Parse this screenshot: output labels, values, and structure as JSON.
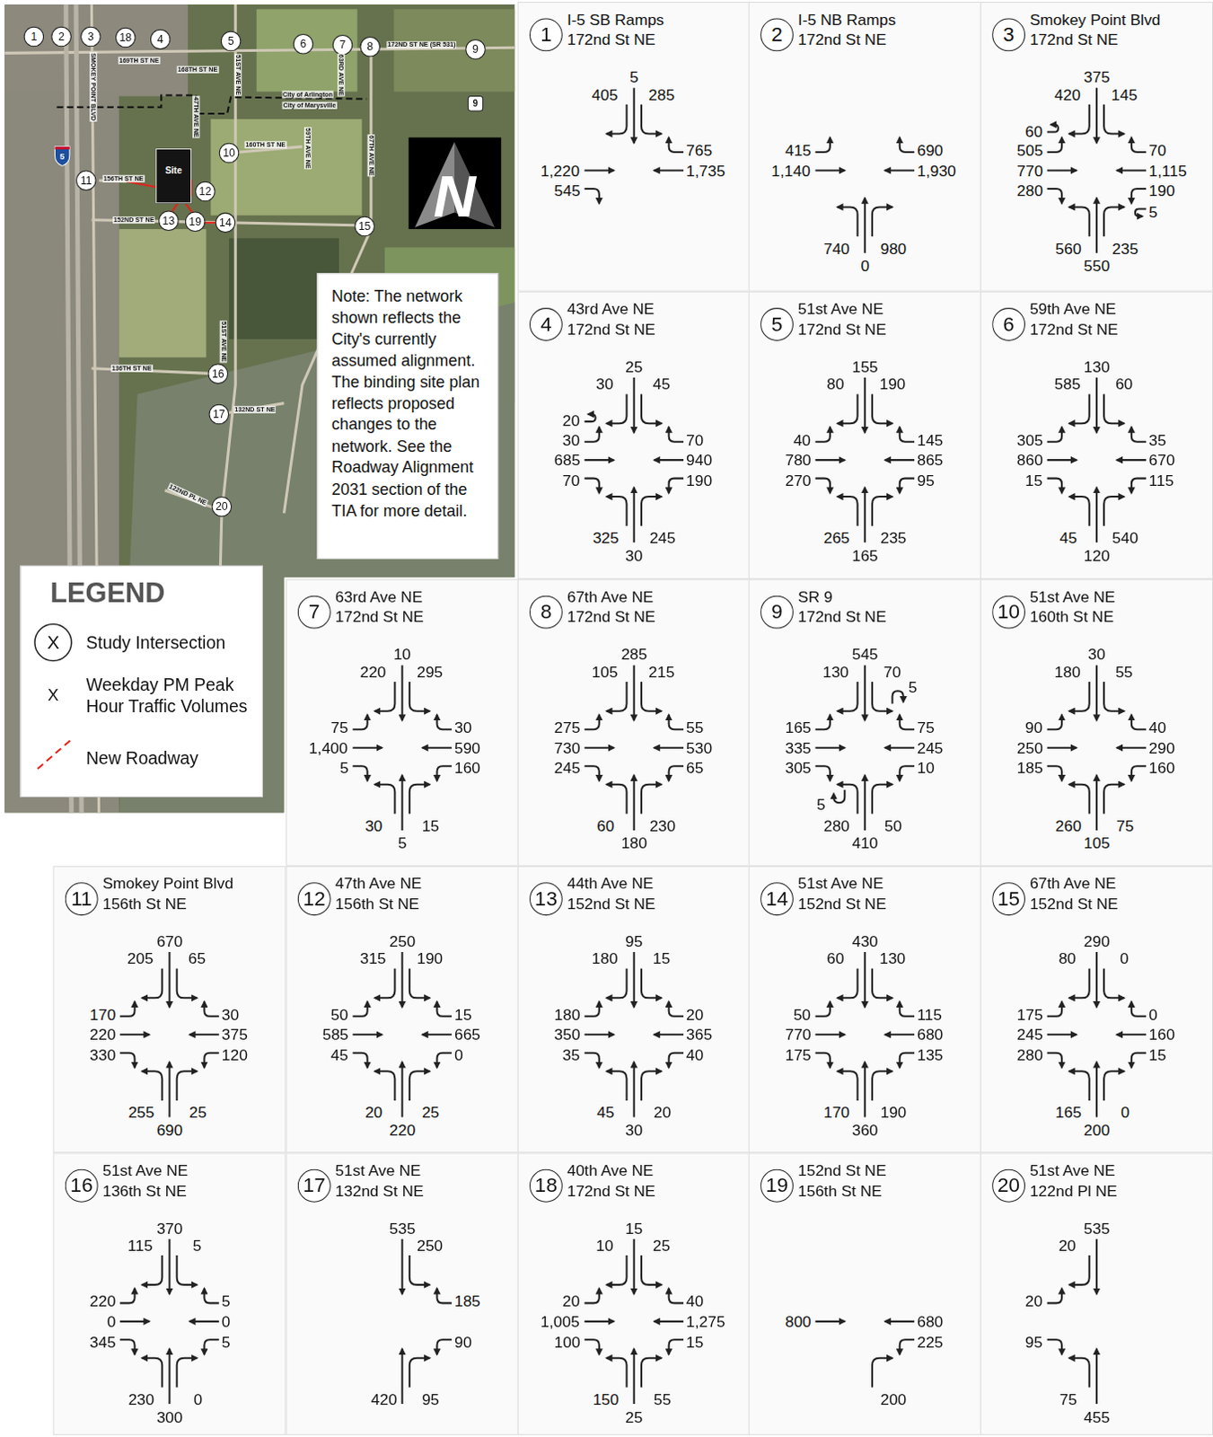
{
  "diagram": {
    "nodes": [
      {
        "text": [
          "1"
        ]
      },
      {
        "text": [
          "2"
        ]
      },
      {
        "text": [
          "3"
        ]
      },
      {
        "text": [
          "18"
        ]
      },
      {
        "text": [
          "4"
        ]
      },
      {
        "text": [
          "5"
        ]
      },
      {
        "text": [
          "6"
        ]
      },
      {
        "text": [
          "7"
        ]
      },
      {
        "text": [
          "8"
        ]
      },
      {
        "text": [
          "9"
        ]
      },
      {
        "text": [
          "Site"
        ]
      },
      {
        "text": [
          "10"
        ]
      },
      {
        "text": [
          "11"
        ]
      },
      {
        "text": [
          "12"
        ]
      },
      {
        "text": [
          "13"
        ]
      },
      {
        "text": [
          "19"
        ]
      },
      {
        "text": [
          "14"
        ]
      },
      {
        "text": [
          "15"
        ]
      },
      {
        "text": [
          "Note: The network shown reflects the City's currently assumed alignment. The binding site plan reflects proposed changes to the network. See the Roadway Alignment 2031 section of the TIA for more detail."
        ]
      },
      {
        "text": [
          "16"
        ]
      },
      {
        "text": [
          "17"
        ]
      },
      {
        "text": [
          "20"
        ]
      },
      {
        "text": [
          "LEGEND"
        ]
      },
      {
        "text": [
          "I-5 SB Ramps",
          "172nd St NE"
        ]
      },
      {
        "text": [
          "1"
        ],
        "in": 23
      },
      {
        "text": [
          "I-5 NB Ramps",
          "172nd St NE"
        ]
      },
      {
        "text": [
          "2"
        ],
        "in": 25
      },
      {
        "text": [
          "Smokey Point Blvd",
          "172nd St NE"
        ]
      },
      {
        "text": [
          "3"
        ],
        "in": 27
      },
      {
        "text": [
          "43rd Ave NE",
          "172nd St NE"
        ]
      },
      {
        "text": [
          "4"
        ],
        "in": 29
      },
      {
        "text": [
          "51st Ave NE",
          "172nd St NE"
        ]
      },
      {
        "text": [
          "5"
        ],
        "in": 31
      },
      {
        "text": [
          "59th Ave NE",
          "172nd St NE"
        ]
      },
      {
        "text": [
          "6"
        ],
        "in": 33
      },
      {
        "text": [
          "63rd Ave NE",
          "172nd St NE"
        ]
      },
      {
        "text": [
          "7"
        ],
        "in": 35
      },
      {
        "text": [
          "67th Ave NE",
          "172nd St NE"
        ]
      },
      {
        "text": [
          "8"
        ],
        "in": 37
      },
      {
        "text": [
          "SR 9",
          "172nd St NE"
        ]
      },
      {
        "text": [
          "9"
        ],
        "in": 39
      },
      {
        "text": [
          "51st Ave NE",
          "160th St NE"
        ]
      },
      {
        "text": [
          "10"
        ],
        "in": 41
      },
      {
        "text": [
          "Smokey Point Blvd",
          "156th St NE"
        ]
      },
      {
        "text": [
          "11"
        ],
        "in": 43
      },
      {
        "text": [
          "47th Ave NE",
          "156th St NE"
        ]
      },
      {
        "text": [
          "12"
        ],
        "in": 45
      },
      {
        "text": [
          "44th Ave NE",
          "152nd St NE"
        ]
      },
      {
        "text": [
          "13"
        ],
        "in": 47
      },
      {
        "text": [
          "51st Ave NE",
          "152nd St NE"
        ]
      },
      {
        "text": [
          "14"
        ],
        "in": 49
      },
      {
        "text": [
          "67th Ave NE",
          "152nd St NE"
        ]
      },
      {
        "text": [
          "15"
        ],
        "in": 51
      },
      {
        "text": [
          "51st Ave NE",
          "136th St NE"
        ]
      },
      {
        "text": [
          "16"
        ],
        "in": 53
      },
      {
        "text": [
          "51st Ave NE",
          "132nd St NE"
        ]
      },
      {
        "text": [
          "17"
        ],
        "in": 55
      },
      {
        "text": [
          "40th Ave NE",
          "172nd St NE"
        ]
      },
      {
        "text": [
          "18"
        ],
        "in": 57
      },
      {
        "text": [
          "152nd St NE",
          "156th St NE"
        ]
      },
      {
        "text": [
          "19"
        ],
        "in": 59
      },
      {
        "text": [
          "51st Ave NE",
          "122nd Pl NE"
        ]
      },
      {
        "text": [
          "20"
        ],
        "in": 61
      }
    ],
    "labels": [
      "169TH ST NE",
      "168TH ST NE",
      "SMOKEY POINT BLVD",
      "51ST AVE NE",
      "63RD AVE NE",
      "172ND ST NE (SR 531)",
      "City of Arlington",
      "City of Marysville",
      "5",
      "9",
      "47TH AVE NE",
      "160TH ST NE",
      "59TH AVE NE",
      "67TH AVE NE",
      "156TH ST NE",
      "152ND ST NE",
      "136TH ST NE",
      "51ST AVE NE",
      "132ND ST NE",
      "122ND PL NE",
      "N",
      "X",
      "X",
      "5",
      "405",
      "285",
      "1,220",
      "545",
      "765",
      "1,735",
      "415",
      "1,140",
      "690",
      "1,930",
      "740",
      "980",
      "0",
      "375",
      "420",
      "145",
      "60",
      "505",
      "770",
      "280",
      "70",
      "1,115",
      "190",
      "5",
      "560",
      "235",
      "550",
      "25",
      "30",
      "45",
      "20",
      "30",
      "685",
      "70",
      "70",
      "940",
      "190",
      "325",
      "245",
      "30",
      "155",
      "80",
      "190",
      "40",
      "780",
      "270",
      "145",
      "865",
      "95",
      "265",
      "235",
      "165",
      "130",
      "585",
      "60",
      "305",
      "860",
      "15",
      "35",
      "670",
      "115",
      "45",
      "540",
      "120",
      "10",
      "220",
      "295",
      "75",
      "1,400",
      "5",
      "30",
      "590",
      "160",
      "30",
      "15",
      "5",
      "285",
      "105",
      "215",
      "275",
      "730",
      "245",
      "55",
      "530",
      "65",
      "60",
      "230",
      "180",
      "545",
      "130",
      "70",
      "5",
      "165",
      "335",
      "305",
      "5",
      "75",
      "245",
      "10",
      "280",
      "50",
      "410",
      "30",
      "180",
      "55",
      "90",
      "250",
      "185",
      "40",
      "290",
      "160",
      "260",
      "75",
      "105",
      "670",
      "205",
      "65",
      "170",
      "220",
      "330",
      "30",
      "375",
      "120",
      "255",
      "25",
      "690",
      "250",
      "315",
      "190",
      "50",
      "585",
      "45",
      "15",
      "665",
      "0",
      "20",
      "25",
      "220",
      "95",
      "180",
      "15",
      "180",
      "350",
      "35",
      "20",
      "365",
      "40",
      "45",
      "20",
      "30",
      "430",
      "60",
      "130",
      "50",
      "770",
      "175",
      "115",
      "680",
      "135",
      "170",
      "190",
      "360",
      "290",
      "80",
      "0",
      "175",
      "245",
      "280",
      "0",
      "160",
      "15",
      "165",
      "0",
      "200",
      "370",
      "115",
      "5",
      "220",
      "0",
      "345",
      "5",
      "0",
      "5",
      "230",
      "0",
      "300",
      "535",
      "250",
      "185",
      "90",
      "420",
      "95",
      "15",
      "10",
      "25",
      "20",
      "1,005",
      "100",
      "40",
      "1,275",
      "15",
      "150",
      "55",
      "25",
      "800",
      "680",
      "225",
      "200",
      "535",
      "20",
      "20",
      "95",
      "75",
      "455"
    ],
    "legend": [
      {
        "text": "Study Intersection"
      },
      {
        "text": "Weekday PM Peak Hour Traffic Volumes"
      },
      {
        "text": "New Roadway"
      }
    ]
  }
}
